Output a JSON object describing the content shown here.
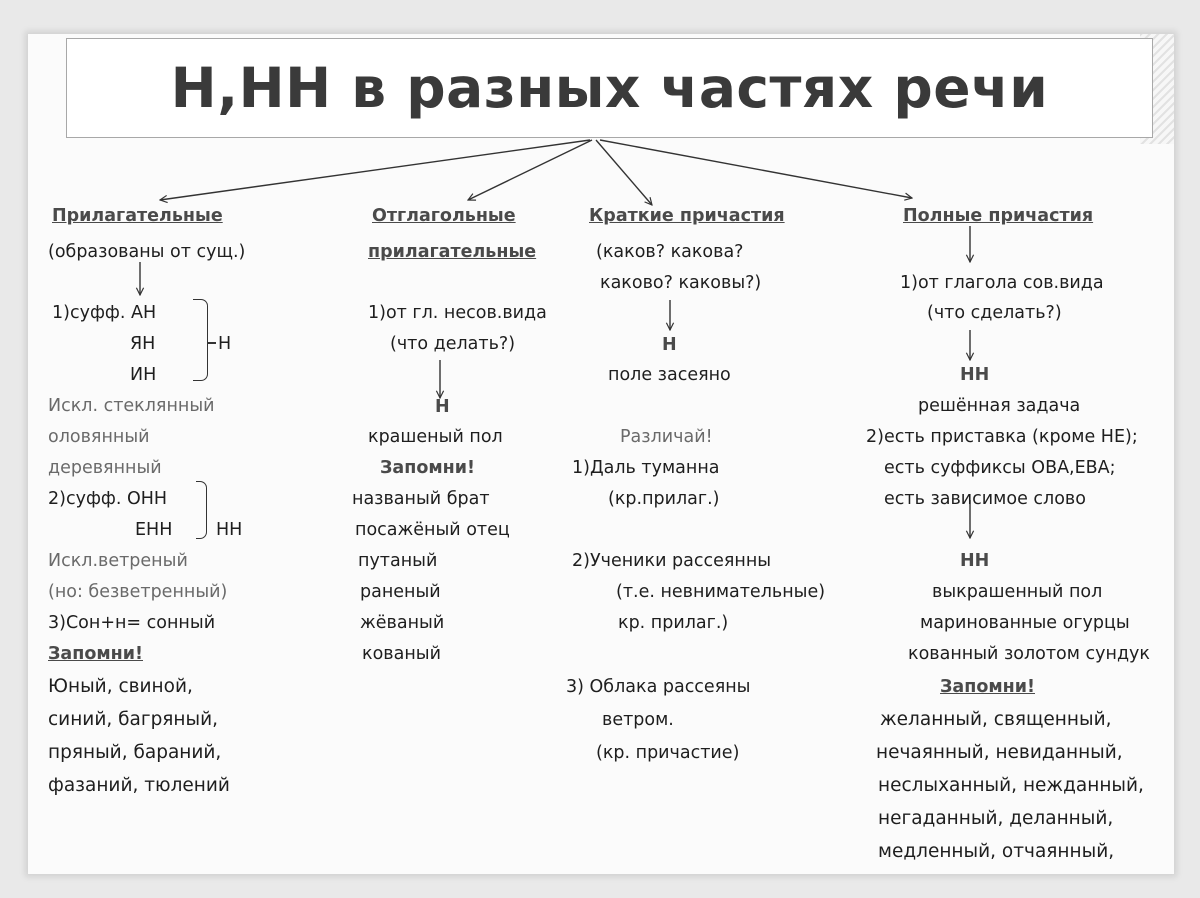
{
  "title": "Н,НН в разных частях речи",
  "col1": {
    "heading": "Прилагательные",
    "sub": "(образованы от сущ.)",
    "r1_label": "1)суфф. АН",
    "r1_yan": "ЯН",
    "r1_in": "ИН",
    "r1_result": "Н",
    "exc1_a": "Искл. стеклянный",
    "exc1_b": "оловянный",
    "exc1_c": "деревянный",
    "r2_label": "2)суфф. ОНН",
    "r2_enn": "ЕНН",
    "r2_result": "НН",
    "exc2_a": "Искл.ветреный",
    "exc2_b": "(но:  безветренный)",
    "r3": "3)Сон+н= сонный",
    "remember": "Запомни!",
    "w1": "Юный, свиной,",
    "w2": "синий, багряный,",
    "w3": "пряный, бараний,",
    "w4": "фазаний, тюлений"
  },
  "col2": {
    "heading_1": "Отглагольные",
    "heading_2": "прилагательные",
    "rule": "1)от гл. несов.вида",
    "question": "(что делать?)",
    "result": "Н",
    "example": "крашеный пол",
    "remember": "Запомни!",
    "w1": "названый брат",
    "w2": "посажёный отец",
    "w3": "путаный",
    "w4": "раненый",
    "w5": "жёваный",
    "w6": "кованый"
  },
  "col3": {
    "heading": "Краткие причастия",
    "q1": "(каков? какова?",
    "q2": "каково? каковы?)",
    "result": "Н",
    "example": "поле засеяно",
    "distinguish": "Различай!",
    "e1a": "1)Даль туманна",
    "e1b": "(кр.прилаг.)",
    "e2a": "2)Ученики рассеянны",
    "e2b": "(т.е. невнимательные)",
    "e2c": "кр. прилаг.)",
    "e3a": "3)  Облака рассеяны",
    "e3b": "ветром.",
    "e3c": "(кр. причастие)"
  },
  "col4": {
    "heading": "Полные   причастия",
    "rule1": "1)от глагола сов.вида",
    "q1": "(что сделать?)",
    "result1": "НН",
    "ex1": "решённая задача",
    "rule2a": "2)есть приставка (кроме НЕ);",
    "rule2b": "есть суффиксы  ОВА,ЕВА;",
    "rule2c": "есть зависимое слово",
    "result2": "НН",
    "ex2a": "выкрашенный пол",
    "ex2b": "маринованные огурцы",
    "ex2c": "кованный золотом сундук",
    "remember": "Запомни!",
    "w1": "желанный, священный,",
    "w2": "нечаянный, невиданный,",
    "w3": "неслыханный, нежданный,",
    "w4": "негаданный, деланный,",
    "w5": "медленный, отчаянный,"
  }
}
